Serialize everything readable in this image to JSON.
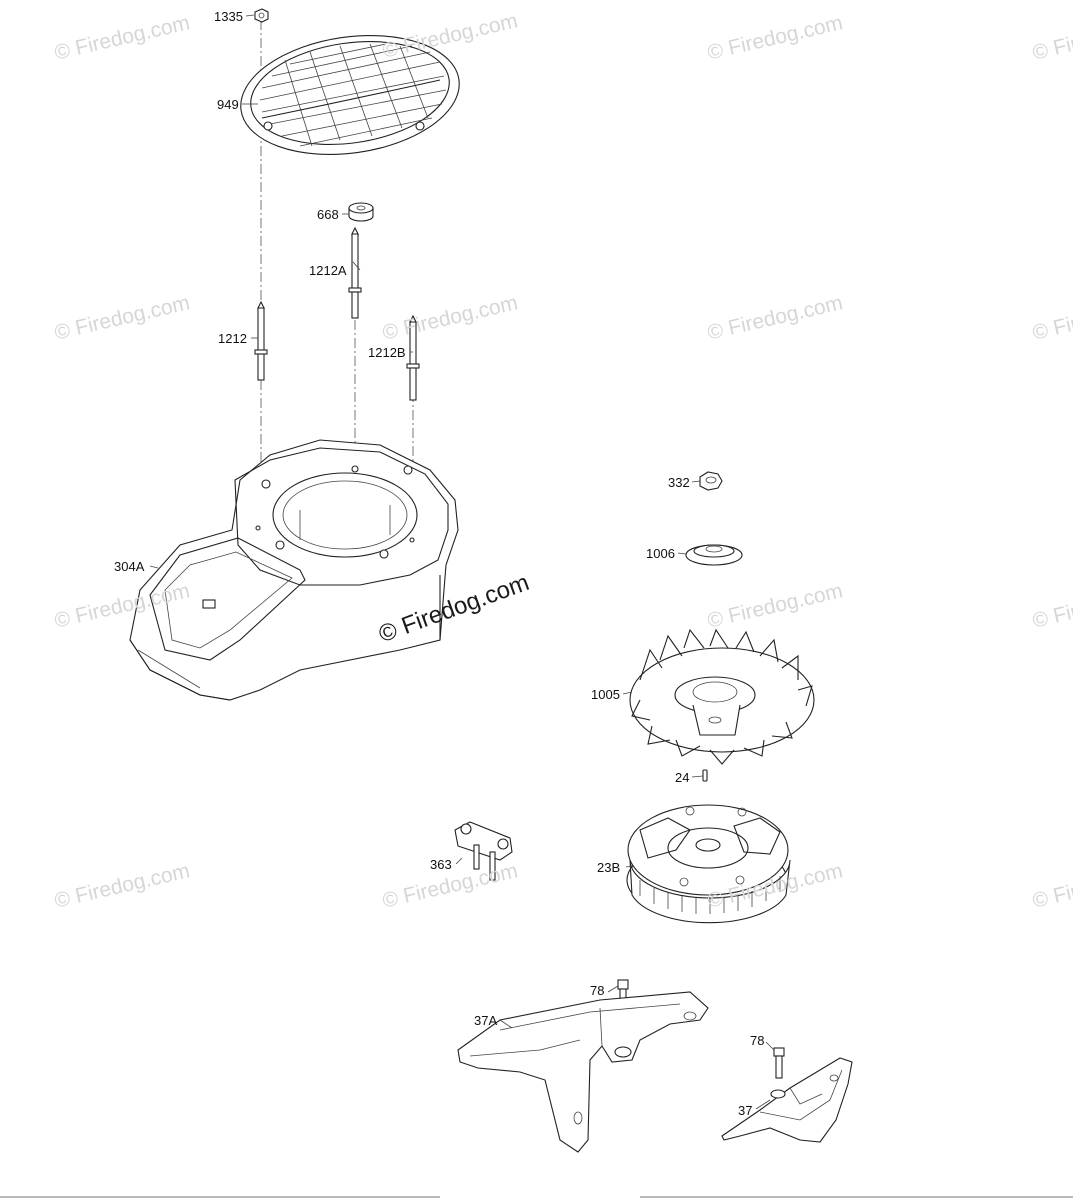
{
  "callouts": {
    "p1335": "1335",
    "p949": "949",
    "p668": "668",
    "p1212A": "1212A",
    "p1212": "1212",
    "p1212B": "1212B",
    "p304A": "304A",
    "p332": "332",
    "p1006": "1006",
    "p1005": "1005",
    "p24": "24",
    "p363": "363",
    "p23B": "23B",
    "p78a": "78",
    "p37A": "37A",
    "p78b": "78",
    "p37": "37"
  },
  "watermark": {
    "text": "© Firedog.com",
    "center_text": "© Firedog.com"
  }
}
